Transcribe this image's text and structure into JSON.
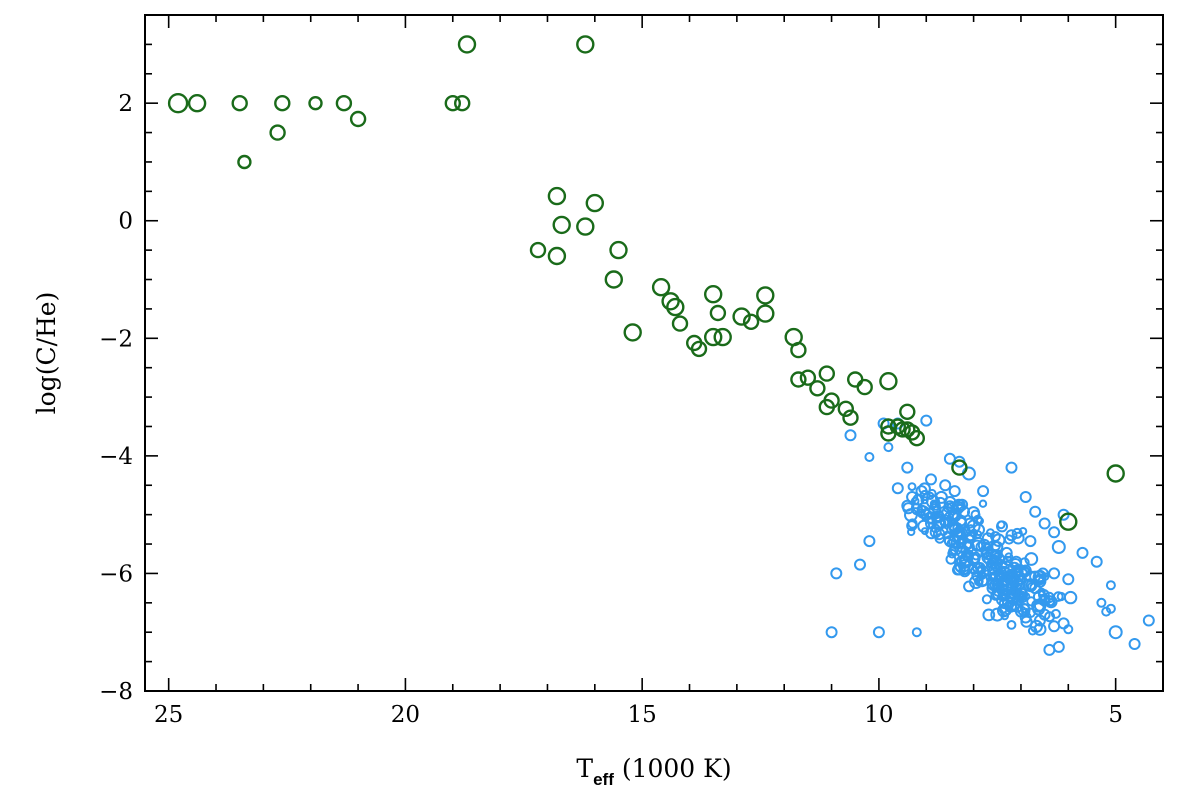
{
  "chart_data": {
    "type": "scatter",
    "xlabel": "T",
    "xlabel_sub": "eff",
    "xlabel_suffix": " (1000 K)",
    "ylabel": "log(C/He)",
    "xlim": [
      25.5,
      4.0
    ],
    "ylim": [
      -8,
      3.5
    ],
    "x_reversed": true,
    "grid": false,
    "legend": "none",
    "x_ticks": [
      25,
      20,
      15,
      10,
      5
    ],
    "x_tick_labels": [
      "25",
      "20",
      "15",
      "10",
      "5"
    ],
    "y_ticks": [
      2,
      0,
      -2,
      -4,
      -6,
      -8
    ],
    "y_tick_labels": [
      "2",
      "0",
      "−2",
      "−4",
      "−6",
      "−8"
    ],
    "series": [
      {
        "color": "#1a6b1a",
        "marker": "open-circle",
        "points": [
          [
            24.8,
            2.0,
            9
          ],
          [
            24.4,
            2.0,
            8
          ],
          [
            23.5,
            2.0,
            7
          ],
          [
            22.6,
            2.0,
            7
          ],
          [
            21.9,
            2.0,
            6
          ],
          [
            21.3,
            2.0,
            7
          ],
          [
            19.0,
            2.0,
            7
          ],
          [
            18.8,
            2.0,
            7
          ],
          [
            23.4,
            1.0,
            6
          ],
          [
            22.7,
            1.5,
            7
          ],
          [
            21.0,
            1.73,
            7
          ],
          [
            18.7,
            3.0,
            8
          ],
          [
            16.2,
            3.0,
            8
          ],
          [
            16.8,
            0.42,
            8
          ],
          [
            16.7,
            -0.07,
            8
          ],
          [
            16.0,
            0.3,
            8
          ],
          [
            16.2,
            -0.1,
            8
          ],
          [
            17.2,
            -0.5,
            7
          ],
          [
            16.8,
            -0.6,
            8
          ],
          [
            15.5,
            -0.5,
            8
          ],
          [
            15.6,
            -1.0,
            8
          ],
          [
            15.2,
            -1.9,
            8
          ],
          [
            14.6,
            -1.13,
            8
          ],
          [
            14.4,
            -1.37,
            8
          ],
          [
            14.3,
            -1.47,
            8
          ],
          [
            14.2,
            -1.75,
            7
          ],
          [
            13.9,
            -2.08,
            7
          ],
          [
            13.8,
            -2.18,
            7
          ],
          [
            13.5,
            -1.98,
            8
          ],
          [
            13.3,
            -1.98,
            8
          ],
          [
            13.4,
            -1.57,
            7
          ],
          [
            13.5,
            -1.25,
            8
          ],
          [
            12.9,
            -1.63,
            8
          ],
          [
            12.7,
            -1.72,
            7
          ],
          [
            12.4,
            -1.58,
            8
          ],
          [
            12.4,
            -1.27,
            8
          ],
          [
            11.8,
            -1.98,
            8
          ],
          [
            11.7,
            -2.2,
            7
          ],
          [
            11.7,
            -2.7,
            7
          ],
          [
            11.5,
            -2.67,
            7
          ],
          [
            11.3,
            -2.85,
            7
          ],
          [
            11.1,
            -2.6,
            7
          ],
          [
            11.0,
            -3.06,
            7
          ],
          [
            11.1,
            -3.17,
            7
          ],
          [
            10.7,
            -3.2,
            7
          ],
          [
            10.6,
            -3.35,
            7
          ],
          [
            10.5,
            -2.7,
            7
          ],
          [
            10.3,
            -2.83,
            7
          ],
          [
            9.8,
            -2.73,
            8
          ],
          [
            9.8,
            -3.5,
            7
          ],
          [
            9.8,
            -3.62,
            7
          ],
          [
            9.6,
            -3.5,
            7
          ],
          [
            9.5,
            -3.55,
            7
          ],
          [
            9.4,
            -3.55,
            7
          ],
          [
            9.4,
            -3.25,
            7
          ],
          [
            9.3,
            -3.6,
            7
          ],
          [
            9.2,
            -3.7,
            7
          ],
          [
            8.3,
            -4.2,
            7
          ],
          [
            6.0,
            -5.12,
            8
          ],
          [
            5.0,
            -4.3,
            8
          ]
        ]
      },
      {
        "color": "#3399ee",
        "marker": "open-circle",
        "points": [
          [
            9.9,
            -3.45,
            5
          ],
          [
            9.6,
            -3.45,
            5
          ],
          [
            9.0,
            -3.4,
            5
          ],
          [
            10.6,
            -3.65,
            5
          ],
          [
            9.8,
            -3.85,
            4
          ],
          [
            10.2,
            -4.02,
            4
          ],
          [
            9.4,
            -4.2,
            5
          ],
          [
            8.5,
            -4.05,
            5
          ],
          [
            8.3,
            -4.1,
            5
          ],
          [
            8.1,
            -4.3,
            6
          ],
          [
            8.6,
            -4.5,
            5
          ],
          [
            8.9,
            -4.4,
            5
          ],
          [
            9.1,
            -4.6,
            5
          ],
          [
            9.3,
            -4.7,
            5
          ],
          [
            7.8,
            -4.6,
            5
          ],
          [
            7.2,
            -4.2,
            5
          ],
          [
            6.9,
            -4.7,
            5
          ],
          [
            6.7,
            -4.95,
            5
          ],
          [
            6.5,
            -5.15,
            5
          ],
          [
            6.3,
            -5.3,
            5
          ],
          [
            6.1,
            -5.0,
            5
          ],
          [
            5.7,
            -5.65,
            5
          ],
          [
            6.2,
            -5.55,
            6
          ],
          [
            5.4,
            -5.8,
            5
          ],
          [
            6.0,
            -6.1,
            5
          ],
          [
            6.3,
            -6.0,
            5
          ],
          [
            6.6,
            -6.1,
            5
          ],
          [
            5.1,
            -6.2,
            4
          ],
          [
            5.3,
            -6.5,
            4
          ],
          [
            5.2,
            -6.65,
            4
          ],
          [
            5.1,
            -6.6,
            4
          ],
          [
            5.0,
            -7.0,
            6
          ],
          [
            4.3,
            -6.8,
            5
          ],
          [
            4.6,
            -7.2,
            5
          ],
          [
            6.0,
            -6.95,
            4
          ],
          [
            6.1,
            -6.85,
            5
          ],
          [
            6.3,
            -6.9,
            5
          ],
          [
            6.6,
            -6.8,
            5
          ],
          [
            6.4,
            -7.3,
            5
          ],
          [
            6.2,
            -7.25,
            5
          ],
          [
            10.4,
            -5.85,
            5
          ],
          [
            10.2,
            -5.45,
            5
          ],
          [
            10.9,
            -6.0,
            5
          ],
          [
            11.0,
            -7.0,
            5
          ],
          [
            10.0,
            -7.0,
            5
          ],
          [
            9.2,
            -7.0,
            4
          ],
          [
            7.1,
            -6.4,
            8
          ],
          [
            7.5,
            -6.7,
            6
          ],
          [
            7.7,
            -5.8,
            9
          ],
          [
            8.2,
            -5.85,
            9
          ],
          [
            8.4,
            -5.0,
            6
          ],
          [
            8.0,
            -5.2,
            6
          ],
          [
            7.9,
            -5.5,
            6
          ],
          [
            7.6,
            -5.7,
            6
          ],
          [
            7.3,
            -5.9,
            6
          ],
          [
            7.0,
            -6.0,
            6
          ],
          [
            6.8,
            -6.2,
            6
          ],
          [
            6.6,
            -6.4,
            6
          ],
          [
            7.4,
            -6.2,
            6
          ],
          [
            7.8,
            -6.1,
            6
          ],
          [
            8.6,
            -5.1,
            5
          ],
          [
            8.8,
            -5.3,
            5
          ],
          [
            9.0,
            -5.0,
            5
          ],
          [
            9.2,
            -4.9,
            5
          ],
          [
            8.7,
            -4.8,
            5
          ],
          [
            8.2,
            -4.95,
            5
          ],
          [
            7.7,
            -5.4,
            5
          ],
          [
            7.5,
            -5.55,
            5
          ],
          [
            7.3,
            -5.65,
            5
          ],
          [
            7.1,
            -5.8,
            5
          ],
          [
            6.9,
            -5.95,
            5
          ],
          [
            6.8,
            -6.05,
            5
          ],
          [
            6.7,
            -6.25,
            5
          ],
          [
            6.6,
            -6.55,
            5
          ],
          [
            6.5,
            -6.7,
            5
          ],
          [
            7.6,
            -6.25,
            5
          ],
          [
            7.4,
            -6.45,
            5
          ],
          [
            7.2,
            -6.55,
            5
          ],
          [
            7.0,
            -6.65,
            5
          ],
          [
            6.9,
            -6.75,
            5
          ],
          [
            8.0,
            -5.75,
            5
          ],
          [
            8.1,
            -5.55,
            5
          ],
          [
            8.5,
            -5.45,
            5
          ],
          [
            8.9,
            -5.15,
            5
          ],
          [
            9.4,
            -4.85,
            5
          ],
          [
            9.6,
            -4.55,
            5
          ],
          [
            8.4,
            -4.6,
            5
          ],
          [
            7.4,
            -5.2,
            5
          ],
          [
            6.8,
            -5.45,
            5
          ],
          [
            7.2,
            -5.35,
            5
          ]
        ]
      }
    ],
    "background_cloud": {
      "color": "#3399ee",
      "marker": "open-circle",
      "count": 260,
      "center_line": {
        "x1": 9.0,
        "y1": -4.8,
        "x2": 6.6,
        "y2": -6.6
      },
      "spread_x": 1.25,
      "spread_y": 0.22,
      "radius_range": [
        3,
        6
      ]
    }
  }
}
